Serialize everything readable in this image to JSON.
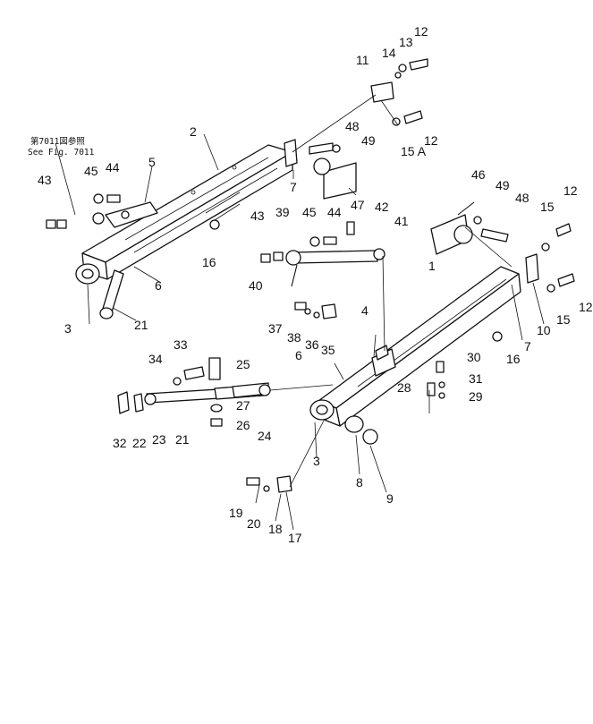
{
  "note": {
    "line1": "第7011図参照",
    "line2": "See Fig. 7011"
  },
  "callouts": [
    {
      "id": "c12a",
      "text": "12"
    },
    {
      "id": "c13",
      "text": "13"
    },
    {
      "id": "c14",
      "text": "14"
    },
    {
      "id": "c11",
      "text": "11"
    },
    {
      "id": "c12b",
      "text": "12"
    },
    {
      "id": "c15a",
      "text": "15 A"
    },
    {
      "id": "c48a",
      "text": "48"
    },
    {
      "id": "c49a",
      "text": "49"
    },
    {
      "id": "c2",
      "text": "2"
    },
    {
      "id": "c7a",
      "text": "7"
    },
    {
      "id": "c47",
      "text": "47"
    },
    {
      "id": "c45a",
      "text": "45"
    },
    {
      "id": "c44a",
      "text": "44"
    },
    {
      "id": "c5",
      "text": "5"
    },
    {
      "id": "c43a",
      "text": "43"
    },
    {
      "id": "c16a",
      "text": "16"
    },
    {
      "id": "c6a",
      "text": "6"
    },
    {
      "id": "c3a",
      "text": "3"
    },
    {
      "id": "c21a",
      "text": "21"
    },
    {
      "id": "c43b",
      "text": "43"
    },
    {
      "id": "c39",
      "text": "39"
    },
    {
      "id": "c45b",
      "text": "45"
    },
    {
      "id": "c44b",
      "text": "44"
    },
    {
      "id": "c42",
      "text": "42"
    },
    {
      "id": "c41",
      "text": "41"
    },
    {
      "id": "c40",
      "text": "40"
    },
    {
      "id": "c46",
      "text": "46"
    },
    {
      "id": "c49b",
      "text": "49"
    },
    {
      "id": "c48b",
      "text": "48"
    },
    {
      "id": "c12c",
      "text": "12"
    },
    {
      "id": "c15b",
      "text": "15"
    },
    {
      "id": "c1",
      "text": "1"
    },
    {
      "id": "c12d",
      "text": "12"
    },
    {
      "id": "c15c",
      "text": "15"
    },
    {
      "id": "c10",
      "text": "10"
    },
    {
      "id": "c7b",
      "text": "7"
    },
    {
      "id": "c16b",
      "text": "16"
    },
    {
      "id": "c37",
      "text": "37"
    },
    {
      "id": "c38",
      "text": "38"
    },
    {
      "id": "c36",
      "text": "36"
    },
    {
      "id": "c35",
      "text": "35"
    },
    {
      "id": "c4",
      "text": "4"
    },
    {
      "id": "c6b",
      "text": "6"
    },
    {
      "id": "c30",
      "text": "30"
    },
    {
      "id": "c31",
      "text": "31"
    },
    {
      "id": "c28",
      "text": "28"
    },
    {
      "id": "c29",
      "text": "29"
    },
    {
      "id": "c33",
      "text": "33"
    },
    {
      "id": "c34",
      "text": "34"
    },
    {
      "id": "c25",
      "text": "25"
    },
    {
      "id": "c27",
      "text": "27"
    },
    {
      "id": "c26",
      "text": "26"
    },
    {
      "id": "c24",
      "text": "24"
    },
    {
      "id": "c32",
      "text": "32"
    },
    {
      "id": "c22",
      "text": "22"
    },
    {
      "id": "c23",
      "text": "23"
    },
    {
      "id": "c21b",
      "text": "21"
    },
    {
      "id": "c3b",
      "text": "3"
    },
    {
      "id": "c8",
      "text": "8"
    },
    {
      "id": "c9",
      "text": "9"
    },
    {
      "id": "c19",
      "text": "19"
    },
    {
      "id": "c20",
      "text": "20"
    },
    {
      "id": "c18",
      "text": "18"
    },
    {
      "id": "c17",
      "text": "17"
    }
  ]
}
